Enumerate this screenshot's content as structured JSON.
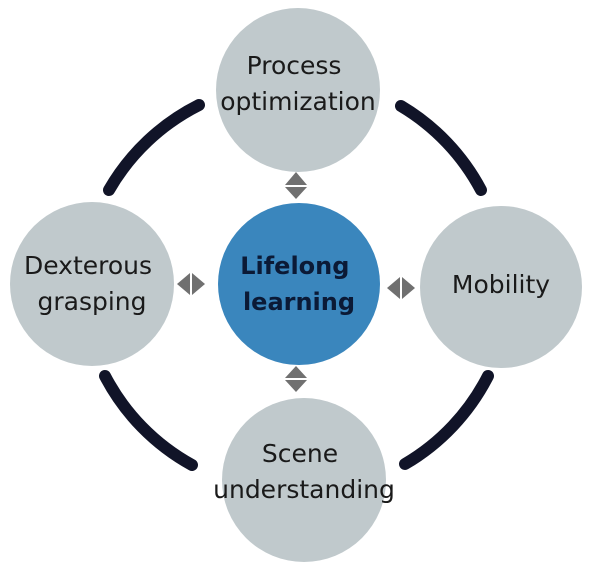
{
  "diagram": {
    "center": {
      "lines": [
        "Lifelong",
        "learning"
      ],
      "fill": "#3a86bd",
      "text_color": "#0b1a36"
    },
    "nodes": [
      {
        "id": "process-optimization",
        "lines": [
          "Process",
          "optimization"
        ]
      },
      {
        "id": "dexterous-grasping",
        "lines": [
          "Dexterous",
          "grasping"
        ]
      },
      {
        "id": "mobility",
        "lines": [
          "Mobility"
        ]
      },
      {
        "id": "scene-understanding",
        "lines": [
          "Scene",
          "understanding"
        ]
      }
    ],
    "node_fill": "#c0c9cc",
    "ring_color": "#111428",
    "connector_color": "#707070"
  }
}
